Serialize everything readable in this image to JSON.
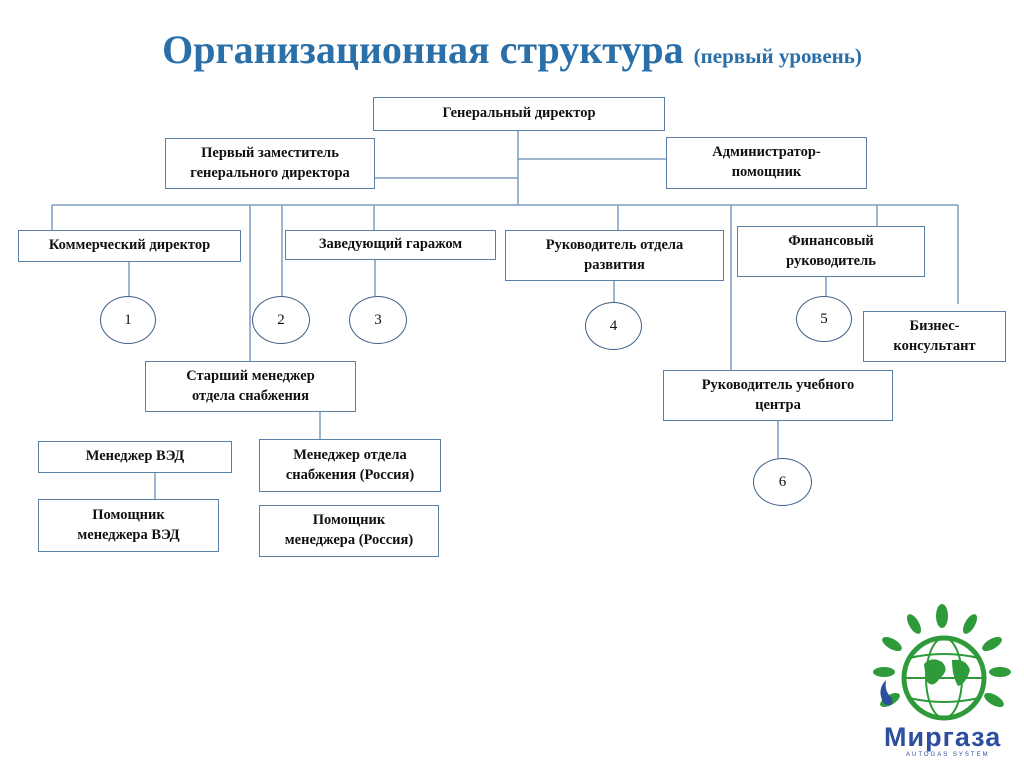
{
  "title": {
    "main": "Организационная структура",
    "sub": "(первый уровень)"
  },
  "org": {
    "general_director": "Генеральный директор",
    "first_deputy": "Первый заместитель\nгенерального директора",
    "admin_assistant": "Администратор-\nпомощник",
    "commercial_director": "Коммерческий директор",
    "garage_head": "Заведующий гаражом",
    "development_head": "Руководитель отдела\nразвития",
    "financial_head": "Финансовый\nруководитель",
    "business_consultant": "Бизнес-\nконсультант",
    "training_center_head": "Руководитель учебного\nцентра",
    "senior_supply_manager": "Старший менеджер\nотдела снабжения",
    "fea_manager": "Менеджер ВЭД",
    "supply_manager_russia": "Менеджер отдела\nснабжения (Россия)",
    "fea_manager_assistant": "Помощник\nменеджера ВЭД",
    "russia_manager_assistant": "Помощник\nменеджера (Россия)"
  },
  "circles": [
    "1",
    "2",
    "3",
    "4",
    "5",
    "6"
  ],
  "logo": {
    "name": "Миргаза",
    "tagline": "AUTOGAS SYSTEM",
    "icon": "globe-with-leaves-logo",
    "colors": {
      "leaf": "#2e9a3a",
      "text": "#2d4f9e",
      "flame": "#2d4f9e"
    }
  },
  "colors": {
    "title": "#2a6fa8",
    "box_border": "#5a7fa8",
    "lines": "#7f9bbd"
  }
}
